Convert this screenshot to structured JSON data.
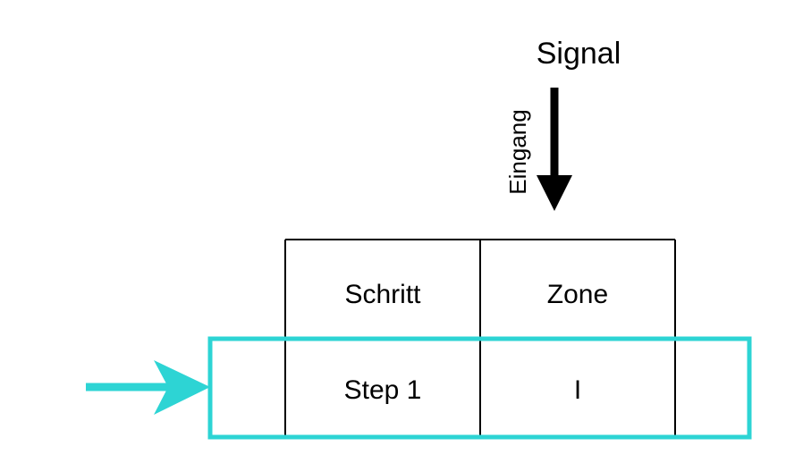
{
  "diagram": {
    "signal_label": "Signal",
    "input_label": "Eingang",
    "table": {
      "headers": [
        "Schritt",
        "Zone"
      ],
      "row": [
        "Step 1",
        "I"
      ]
    },
    "colors": {
      "line": "#000000",
      "highlight": "#2dd4d4",
      "background": "#ffffff"
    }
  }
}
